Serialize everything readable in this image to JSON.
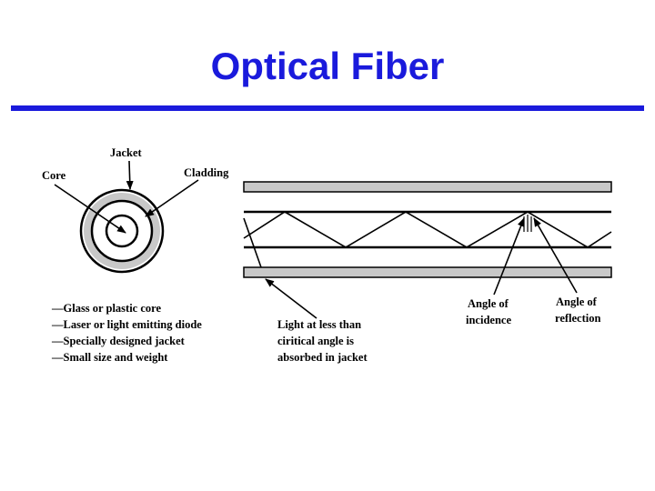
{
  "slide": {
    "title": "Optical Fiber",
    "accent_color": "#1a1adc"
  },
  "cross_section": {
    "label_jacket": "Jacket",
    "label_core": "Core",
    "label_cladding": "Cladding"
  },
  "features": [
    "—Glass or plastic core",
    "—Laser or light emitting diode",
    "—Specially designed jacket",
    "—Small size and weight"
  ],
  "longitudinal": {
    "absorbed_text": [
      "Light at less than",
      "ciritical angle is",
      "absorbed in jacket"
    ],
    "incidence_text": [
      "Angle of",
      "incidence"
    ],
    "reflection_text": [
      "Angle of",
      "reflection"
    ]
  }
}
